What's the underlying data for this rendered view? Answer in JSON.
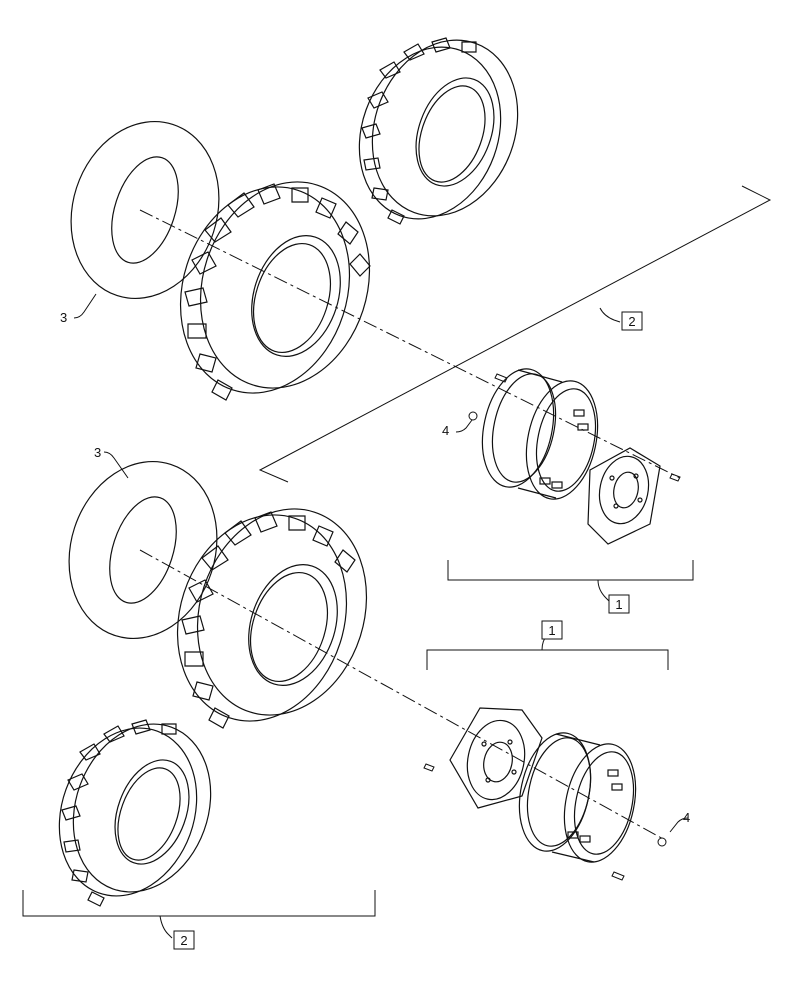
{
  "diagram": {
    "callouts": [
      {
        "id": "callout-3-upper",
        "label": "3"
      },
      {
        "id": "callout-3-lower",
        "label": "3"
      },
      {
        "id": "callout-4-upper",
        "label": "4"
      },
      {
        "id": "callout-4-lower",
        "label": "4"
      }
    ],
    "boxed_labels": [
      {
        "id": "box-2-upper",
        "label": "2"
      },
      {
        "id": "box-1-middle",
        "label": "1"
      },
      {
        "id": "box-1-lower",
        "label": "1"
      },
      {
        "id": "box-2-lower",
        "label": "2"
      }
    ],
    "colors": {
      "line": "#111111",
      "background": "#ffffff"
    }
  }
}
